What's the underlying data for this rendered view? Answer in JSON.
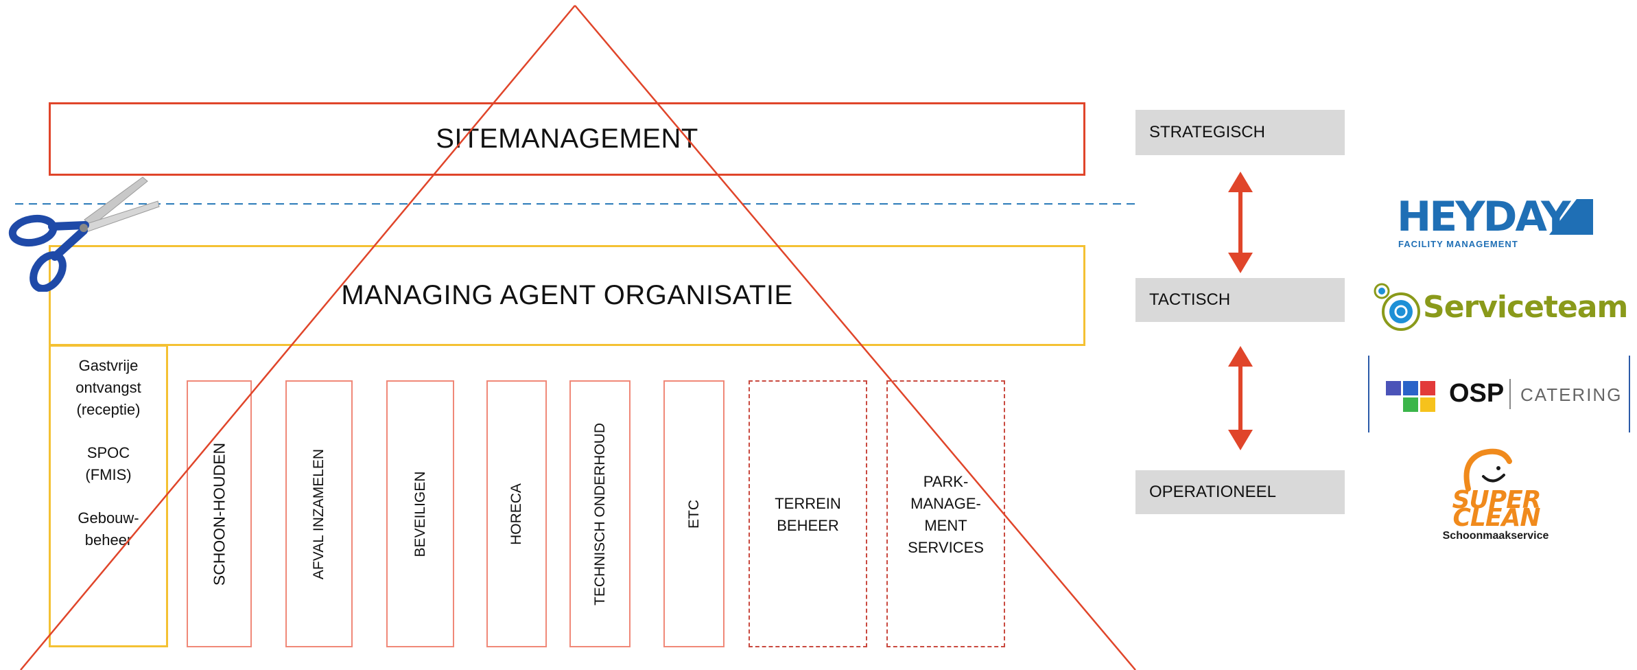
{
  "pyramid": {
    "sitemanagement": "SITEMANAGEMENT",
    "managing_agent": "MANAGING AGENT ORGANISATIE"
  },
  "side_column": {
    "line1": "Gastvrije",
    "line2": "ontvangst",
    "line3": "(receptie)",
    "line4": "SPOC",
    "line5": "(FMIS)",
    "line6": "Gebouw-",
    "line7": "beheer"
  },
  "pillars": [
    "SCHOON-HOUDEN",
    "AFVAL INZAMELEN",
    "BEVEILIGEN",
    "HORECA",
    "TECHNISCH ONDERHOUD",
    "ETC"
  ],
  "dashed_pillars": {
    "terrein": [
      "TERREIN",
      "BEHEER"
    ],
    "park": [
      "PARK-",
      "MANAGE-",
      "MENT",
      "SERVICES"
    ]
  },
  "levels": {
    "strategisch": "STRATEGISCH",
    "tactisch": "TACTISCH",
    "operationeel": "OPERATIONEEL"
  },
  "logos": {
    "heyday": "HEYDAY",
    "heyday_sub": "FACILITY MANAGEMENT",
    "serviceteam": "Serviceteam",
    "osp": "OSP",
    "catering": "CATERING",
    "superclean_1": "SUPER",
    "superclean_2": "CLEAN",
    "superclean_sub": "Schoonmaakservice"
  },
  "colors": {
    "red": "#e0452a",
    "yellow": "#f4c133",
    "blue_dashed": "#2b7bb9",
    "level_grey": "#d9d9d9",
    "heyday_blue": "#1f6fb5",
    "serviceteam_green": "#8a9a1a",
    "superclean_orange": "#f08a1c"
  },
  "icons": [
    "scissors-icon"
  ]
}
